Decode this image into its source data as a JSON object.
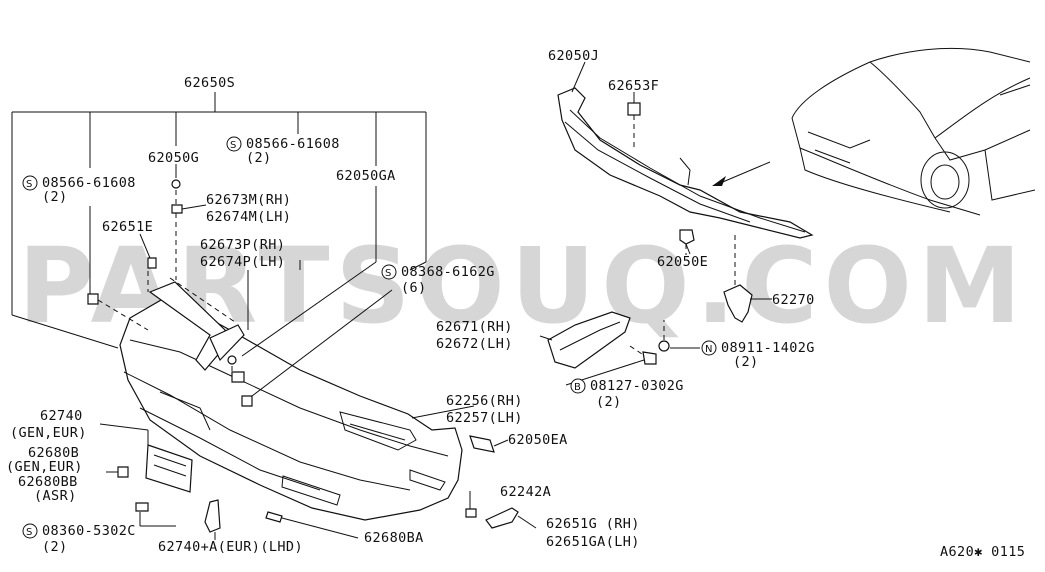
{
  "watermark": "PARTSOUQ.COM",
  "figure_code": "A620✱ 0115",
  "labels": {
    "p62650S": "62650S",
    "p62050J": "62050J",
    "p62653F": "62653F",
    "p62050G": "62050G",
    "bolt_08566_left": "08566-61608",
    "qty_08566_left": "(2)",
    "bolt_08566_right": "08566-61608",
    "qty_08566_right": "(2)",
    "p62050GA": "62050GA",
    "p62673M": "62673M(RH)",
    "p62674M": "62674M(LH)",
    "p62651E": "62651E",
    "p62673P": "62673P(RH)",
    "p62674P": "62674P(LH)",
    "bolt_08368": "08368-6162G",
    "qty_08368": "(6)",
    "p62050E": "62050E",
    "p62270": "62270",
    "p62671": "62671(RH)",
    "p62672": "62672(LH)",
    "nut_08911": "08911-1402G",
    "qty_08911": "(2)",
    "bolt_08127": "08127-0302G",
    "qty_08127": "(2)",
    "p62256": "62256(RH)",
    "p62257": "62257(LH)",
    "p62740": "62740",
    "p62740_note": "(GEN,EUR)",
    "p62050EA": "62050EA",
    "p62680B": "62680B",
    "p62680B_note": "(GEN,EUR)",
    "p62680BB": "62680BB",
    "p62680BB_note": "(ASR)",
    "p62242A": "62242A",
    "bolt_08360": "08360-5302C",
    "qty_08360": "(2)",
    "p62651G": "62651G (RH)",
    "p62651GA": "62651GA(LH)",
    "p62740A": "62740+A(EUR)(LHD)",
    "p62680BA": "62680BA"
  },
  "symbols": {
    "screw": "S",
    "nut": "N",
    "bolt": "B"
  }
}
